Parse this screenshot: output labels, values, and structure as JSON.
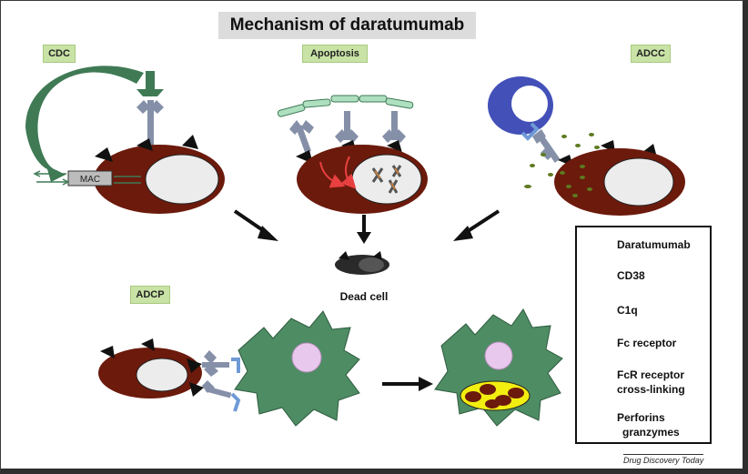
{
  "title": "Mechanism of daratumumab",
  "mechanisms": {
    "cdc": "CDC",
    "apoptosis": "Apoptosis",
    "adcc": "ADCC",
    "adcp": "ADCP"
  },
  "mac_label": "MAC",
  "dead_cell_label": "Dead cell",
  "legend": {
    "daratumumab": "Daratumumab",
    "cd38": "CD38",
    "c1q": "C1q",
    "fc_receptor": "Fc receptor",
    "fcr_crosslinking_line1": "FcR receptor",
    "fcr_crosslinking_line2": "cross-linking",
    "perforins_line1": "Perforins",
    "perforins_line2": "granzymes"
  },
  "credit": "Drug Discovery Today",
  "colors": {
    "tumor_cell": "#6b1a0c",
    "nucleus": "#ececec",
    "antibody": "#8590a8",
    "complement": "#3f7a55",
    "macrophage": "#4e8c63",
    "nk_cell": "#4350b8",
    "fc_receptor": "#6e9ad6",
    "perforin": "#5d7a1f",
    "crosslink": "#aee0c0",
    "dead_cell": "#2a2a2a",
    "phagosome": "#f2ee10",
    "title_bg": "#dcdcdc",
    "tag_bg": "#c9e3a6"
  }
}
